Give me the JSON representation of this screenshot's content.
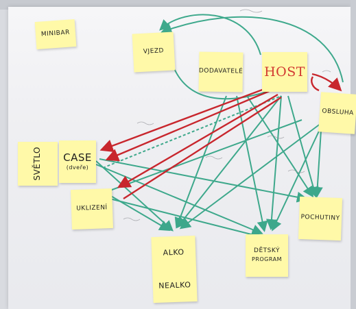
{
  "notes": {
    "minibar": "MINIBAR",
    "vjezd": "VJEZD",
    "dodavatele": "DODAVATELÉ",
    "host": "HOST",
    "obsluha": "OBSLUHA",
    "svetlo": "SVĚTLO",
    "case_main": "CASE",
    "case_sub": "(dveře)",
    "uklizeni": "UKLIZENÍ",
    "alko": "ALKO",
    "nealko": "NEALKO",
    "detsky": "DĚTSKÝ",
    "program": "PROGRAM",
    "pochutiny": "POCHUTINY"
  },
  "colors": {
    "note": "#fff9a8",
    "green_line": "#1f9c7a",
    "red_line": "#c8262d",
    "host_text": "#d23a32"
  }
}
